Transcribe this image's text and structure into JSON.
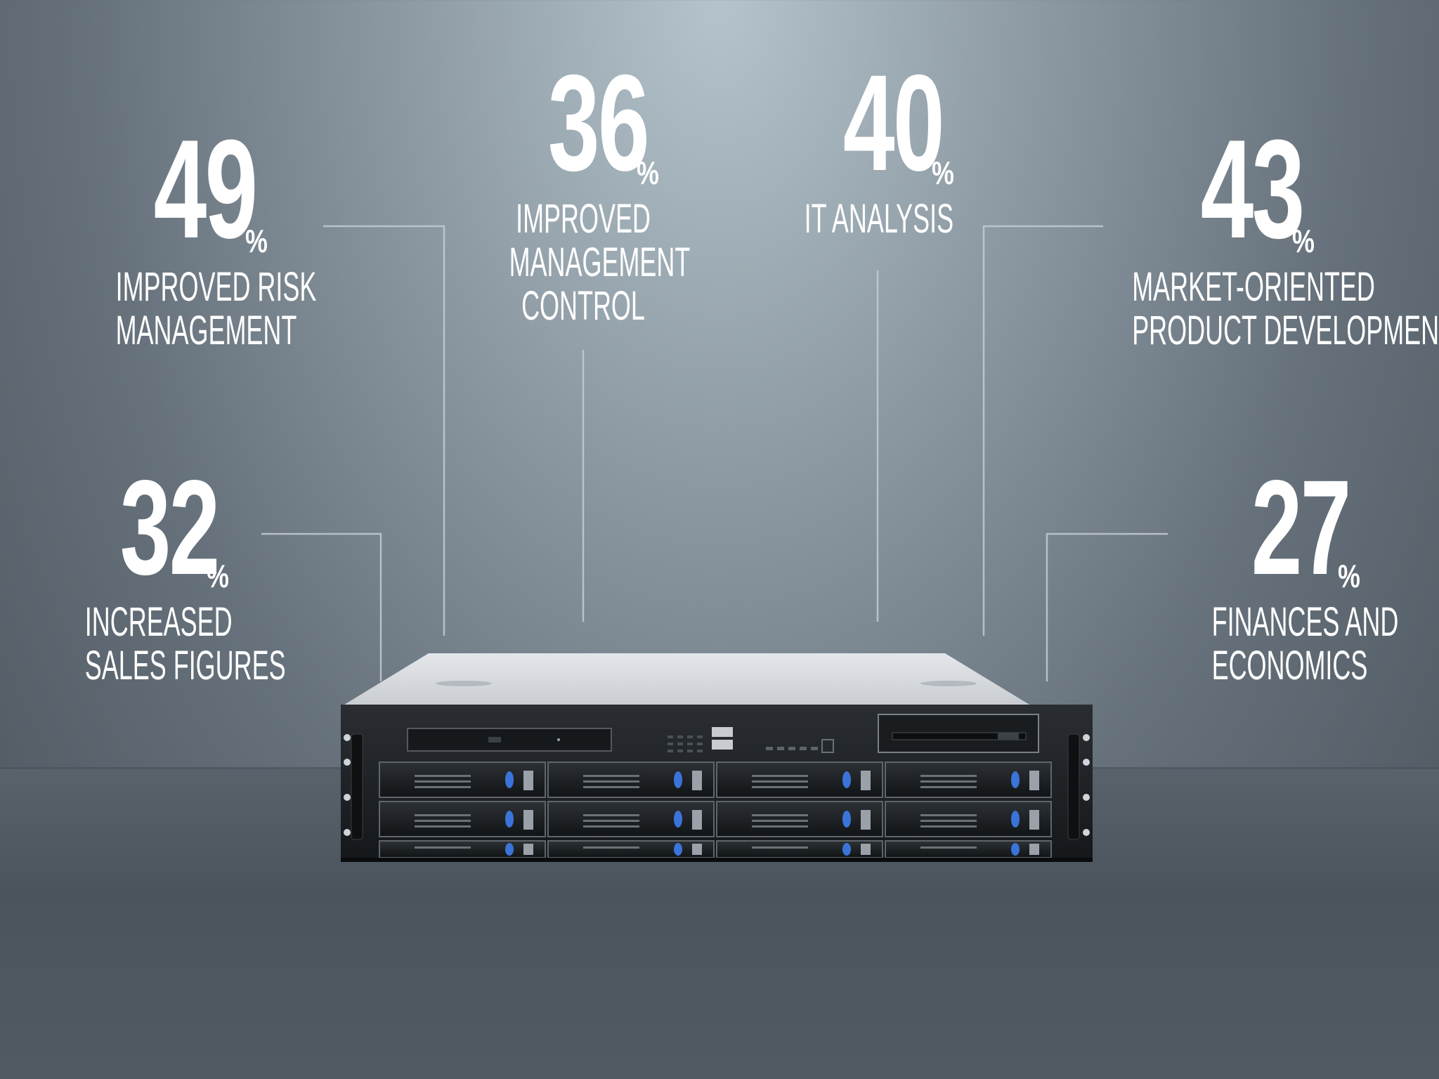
{
  "stats": [
    {
      "value": "49",
      "unit": "%",
      "label": "IMPROVED RISK\nMANAGEMENT"
    },
    {
      "value": "36",
      "unit": "%",
      "label": "IMPROVED\nMANAGEMENT\nCONTROL"
    },
    {
      "value": "40",
      "unit": "%",
      "label": "IT ANALYSIS"
    },
    {
      "value": "43",
      "unit": "%",
      "label": "MARKET-ORIENTED\nPRODUCT DEVELOPMENT"
    },
    {
      "value": "32",
      "unit": "%",
      "label": "INCREASED\nSALES FIGURES"
    },
    {
      "value": "27",
      "unit": "%",
      "label": "FINANCES AND\nECONOMICS"
    }
  ],
  "colors": {
    "text": "#ffffff",
    "lines": "#c9d1d6",
    "server_front": "#1c1f22",
    "server_top": "#d9dcdf",
    "led": "#3b74d9"
  }
}
